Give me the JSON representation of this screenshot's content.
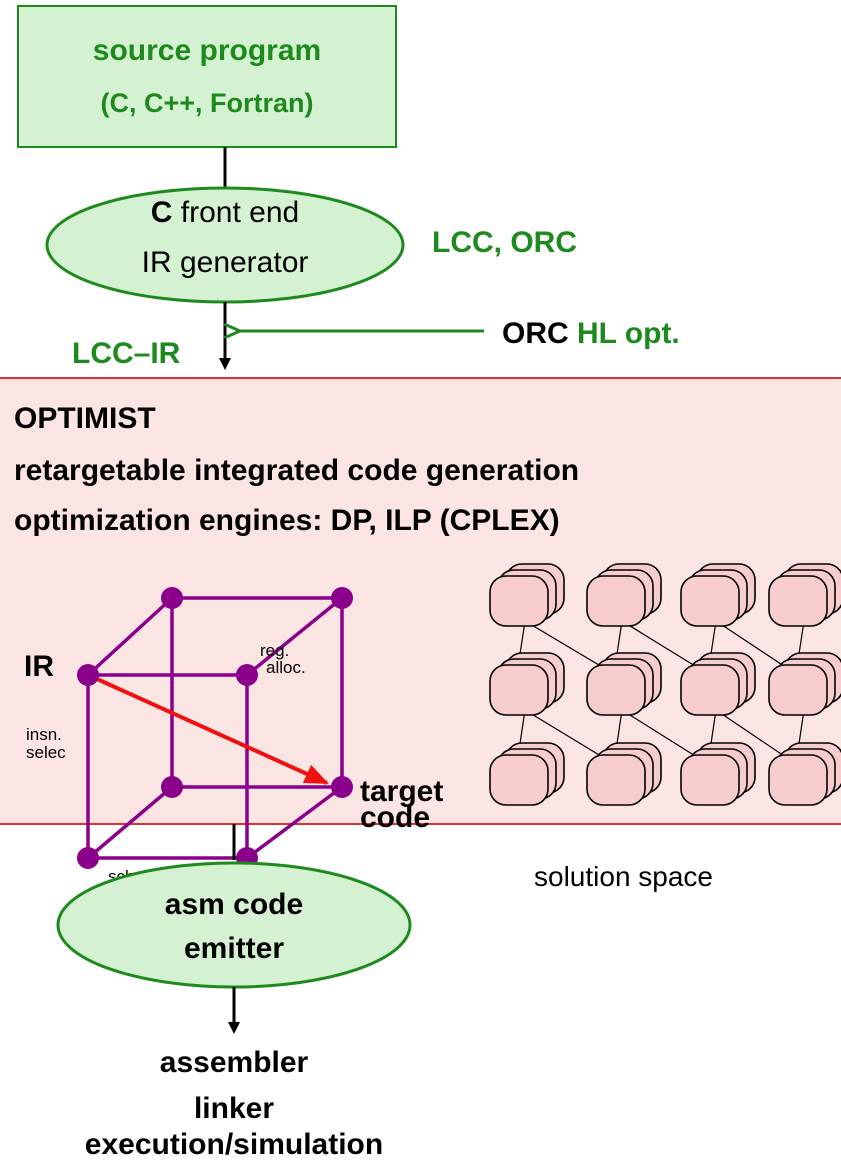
{
  "colors": {
    "green_text": "#1e8a1e",
    "box_fill": "#d4f2d2",
    "band_fill": "#fbe5e2",
    "band_border": "#e03030",
    "purple": "#8a008a",
    "red_arrow": "#f01010",
    "node_fill": "#f7cccc"
  },
  "source": {
    "title": "source program",
    "languages": "(C, C++, Fortran)"
  },
  "frontend": {
    "line1_bold": "C",
    "line1_rest": " front end",
    "line2": "IR generator"
  },
  "side_labels": {
    "lcc_orc": "LCC,  ORC",
    "orc_bold": "ORC",
    "orc_rest": " HL opt.",
    "lcc_ir": "LCC–IR"
  },
  "optimist": {
    "title": "OPTIMIST",
    "line1": "retargetable integrated code generation",
    "line2_prefix": "optimization engines:  DP,  ILP (",
    "line2_bold": "CPLEX",
    "line2_suffix": ")"
  },
  "cube": {
    "ir_label": "IR",
    "reg_label_1": "reg.",
    "reg_label_2": "alloc.",
    "insn_label_1": "insn.",
    "insn_label_2": "selec",
    "scheduling_label": "scheduling",
    "target_label_1": "target",
    "target_label_2": "code"
  },
  "solution": {
    "label": "solution space"
  },
  "emitter": {
    "line1": "asm code",
    "line2": "emitter"
  },
  "tail": {
    "line1": "assembler",
    "line2": "linker",
    "line3": "execution/simulation"
  }
}
